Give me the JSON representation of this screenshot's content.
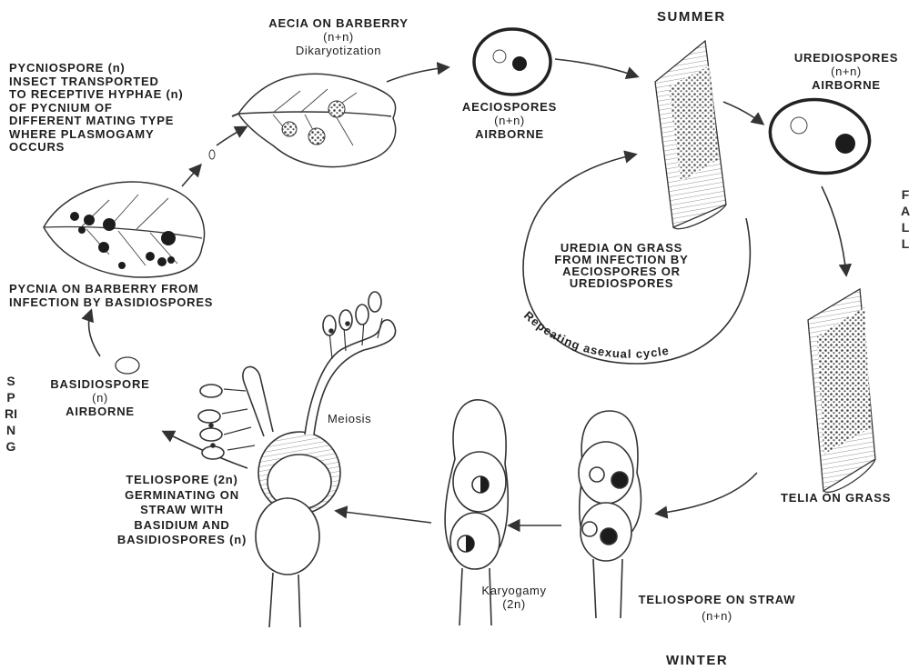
{
  "seasons": {
    "summer": "SUMMER",
    "fall": "FALL",
    "winter": "WINTER",
    "spring": "SPRING"
  },
  "labels": {
    "aecia_title": "AECIA ON BARBERRY",
    "aecia_ploidy": "(n+n)",
    "aecia_process": "Dikaryotization",
    "pycniospore_text": [
      "PYCNIOSPORE (n)",
      "INSECT TRANSPORTED",
      "TO RECEPTIVE HYPHAE (n)",
      "OF PYCNIUM OF",
      "DIFFERENT MATING TYPE",
      "WHERE PLASMOGAMY",
      "OCCURS"
    ],
    "aeciospores_name": "AECIOSPORES",
    "aeciospores_ploidy": "(n+n)",
    "aeciospores_state": "AIRBORNE",
    "urediospores_name": "UREDIOSPORES",
    "urediospores_ploidy": "(n+n)",
    "urediospores_state": "AIRBORNE",
    "uredia_text": [
      "UREDIA ON GRASS",
      "FROM INFECTION BY",
      "AECIOSPORES OR",
      "UREDIOSPORES"
    ],
    "repeating_cycle": "Repeating asexual cycle",
    "pycnia_text": [
      "PYCNIA ON BARBERRY FROM",
      "INFECTION BY BASIDIOSPORES"
    ],
    "basidiospore_name": "BASIDIOSPORE",
    "basidiospore_ploidy": "(n)",
    "basidiospore_state": "AIRBORNE",
    "meiosis": "Meiosis",
    "teliospore_germ_text": [
      "TELIOSPORE (2n)",
      "GERMINATING ON",
      "STRAW WITH",
      "BASIDIUM AND",
      "BASIDIOSPORES (n)"
    ],
    "karyogamy": "Karyogamy",
    "karyogamy_ploidy": "(2n)",
    "teliospore_straw": "TELIOSPORE ON STRAW",
    "teliospore_straw_ploidy": "(n+n)",
    "telia_grass": "TELIA ON GRASS"
  }
}
